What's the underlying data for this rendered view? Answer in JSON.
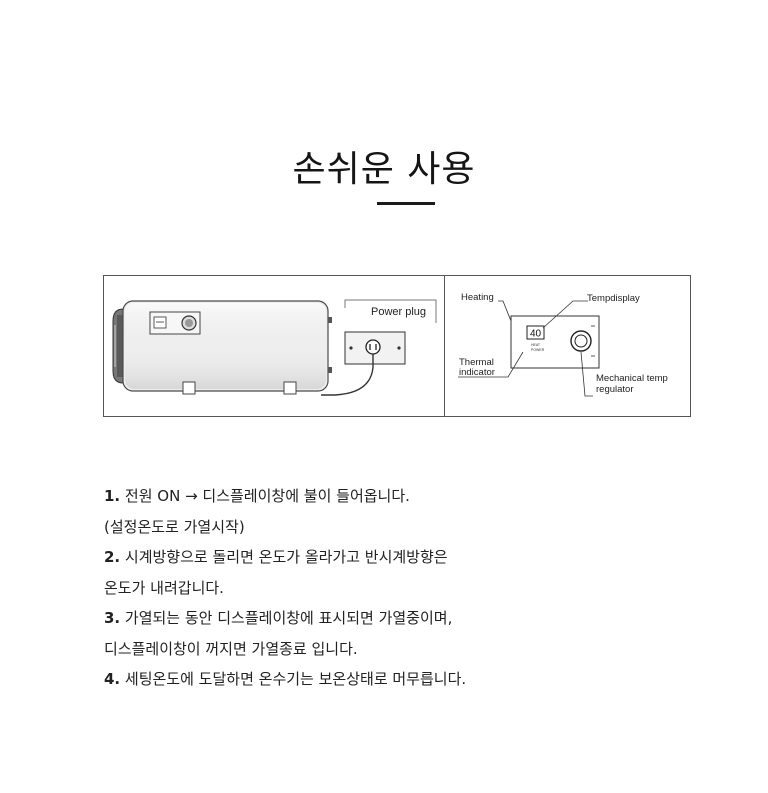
{
  "title": "손쉬운 사용",
  "diagram": {
    "power_plug_label": "Power plug",
    "panel_readout": "40",
    "heat_label": "HEAT",
    "power_label": "POWER",
    "labels": {
      "heating": "Heating",
      "temp_display": "Tempdisplay",
      "thermal_line1": "Thermal",
      "thermal_line2": "indicator",
      "mech_line1": "Mechanical temp",
      "mech_line2": "regulator"
    }
  },
  "steps": [
    {
      "num": "1.",
      "text": " 전원 ON → 디스플레이창에 불이 들어옵니다."
    },
    {
      "num": "",
      "text": "(설정온도로 가열시작)"
    },
    {
      "num": "2.",
      "text": " 시계방향으로 돌리면 온도가 올라가고 반시계방향은"
    },
    {
      "num": "",
      "text": "온도가 내려갑니다."
    },
    {
      "num": "3.",
      "text": " 가열되는 동안 디스플레이창에 표시되면 가열중이며,"
    },
    {
      "num": "",
      "text": "디스플레이창이 꺼지면 가열종료 입니다."
    },
    {
      "num": "4.",
      "text": " 세팅온도에 도달하면 온수기는 보온상태로 머무릅니다."
    }
  ]
}
